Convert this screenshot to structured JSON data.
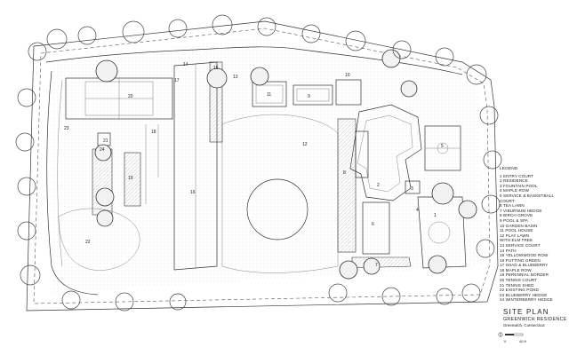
{
  "title": "SITE PLAN",
  "project": "GREENWICH RESIDENCE",
  "location": "Greenwich, Connecticut",
  "legend_header": "LEGEND",
  "legend": [
    "1 ENTRY COURT",
    "2 RESIDENCE",
    "3 FOUNTAIN POOL",
    "4 MAPLE ROW",
    "5 SERVICE & BASKETBALL",
    "COURT",
    "6 TEA LAWN",
    "7 VIBURNUM HEDGE",
    "8 BIRCH GROVE",
    "9 POOL & SPA",
    "10 GARDEN BASIN",
    "11 POOL HOUSE",
    "12 PLAY LAWN",
    "WITH ELM TREE",
    "13 SERVICE COURT",
    "14 PATH",
    "15 YELLOWWOOD ROW",
    "16 PUTTING GREEN",
    "17 SHAD & BLUEBERRY",
    "18 MAPLE ROW",
    "19 PERENNIAL BORDER",
    "20 TENNIS COURT",
    "21 TENNIS SHED",
    "22 EXISTING POND",
    "23 BLUEBERRY HEDGE",
    "24 WINTERBERRY HEDGE"
  ],
  "scale": {
    "start": "0",
    "end": "40 ft"
  },
  "plan_numbers": [
    "1",
    "2",
    "3",
    "4",
    "5",
    "6",
    "7",
    "8",
    "9",
    "10",
    "11",
    "12",
    "13",
    "14",
    "15",
    "16",
    "17",
    "18",
    "19",
    "20",
    "21",
    "22",
    "23",
    "24"
  ]
}
